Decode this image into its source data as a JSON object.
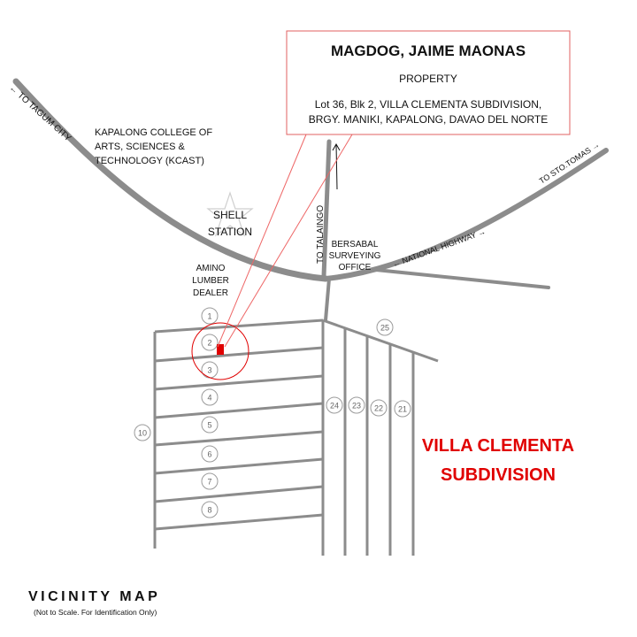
{
  "property_box": {
    "owner": "MAGDOG, JAIME MAONAS",
    "type": "PROPERTY",
    "address_line1": "Lot 36, Blk 2, VILLA CLEMENTA SUBDIVISION,",
    "address_line2": "BRGY. MANIKI, KAPALONG, DAVAO DEL NORTE"
  },
  "landmarks": {
    "tagum": "← TO TAGUM CITY",
    "kcast_line1": "KAPALONG COLLEGE OF",
    "kcast_line2": "ARTS, SCIENCES &",
    "kcast_line3": "TECHNOLOGY (KCAST)",
    "shell_line1": "SHELL",
    "shell_line2": "STATION",
    "amino_line1": "AMINO",
    "amino_line2": "LUMBER",
    "amino_line3": "DEALER",
    "talaingo": "TO TALAINGO",
    "bersabal_line1": "BERSABAL",
    "bersabal_line2": "SURVEYING",
    "bersabal_line3": "OFFICE",
    "highway": "← NATIONAL HIGHWAY →",
    "stotomas": "TO STO.TOMAS →"
  },
  "lots_left": [
    "1",
    "2",
    "3",
    "4",
    "5",
    "6",
    "7",
    "8"
  ],
  "lot_10": "10",
  "lots_right": [
    "25",
    "24",
    "23",
    "22",
    "21"
  ],
  "subdivision_line1": "VILLA CLEMENTA",
  "subdivision_line2": "SUBDIVISION",
  "title": "VICINITY MAP",
  "subtitle": "(Not to Scale. For Identification Only)",
  "colors": {
    "road": "#8c8c8c",
    "accent_red": "#e00000",
    "callout_line": "#ee6666"
  }
}
